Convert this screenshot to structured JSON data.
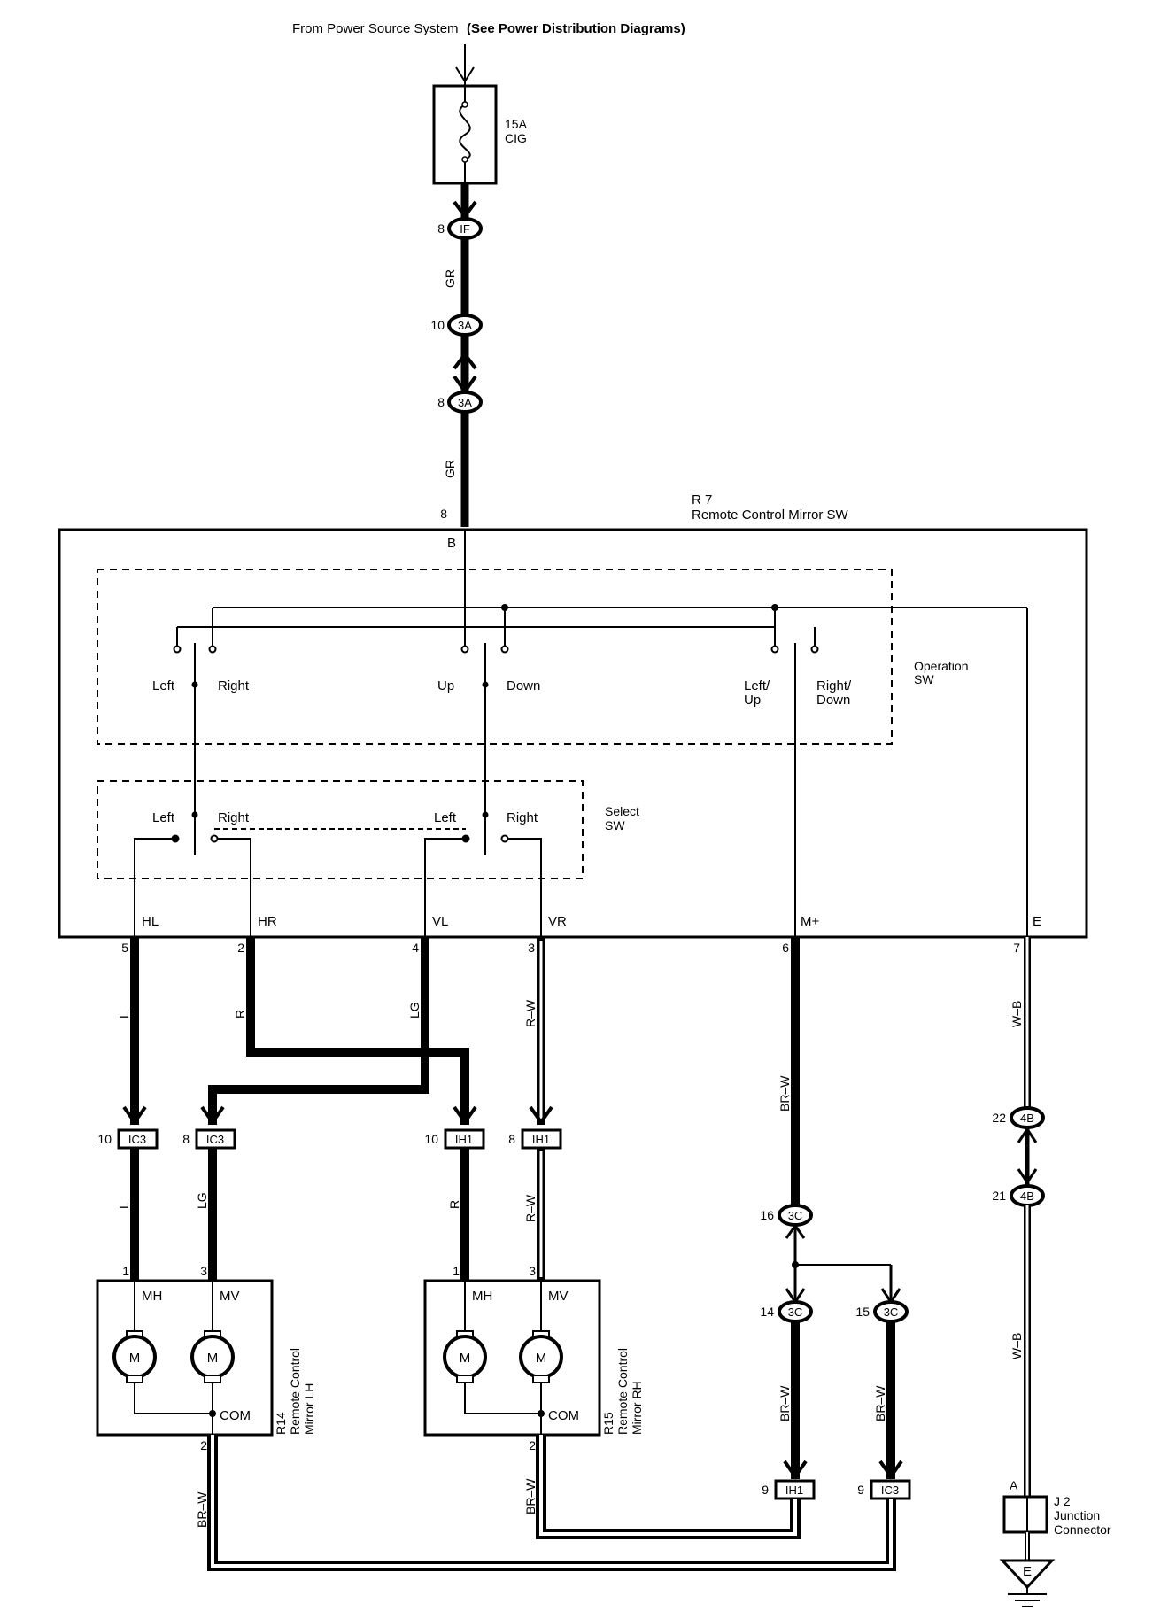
{
  "source_label": "From Power Source System",
  "source_ref": "(See Power Distribution Diagrams)",
  "fuse": {
    "rating": "15A",
    "name": "CIG"
  },
  "wire_colors": {
    "gr": "GR",
    "l": "L",
    "r": "R",
    "lg": "LG",
    "rw": "R–W",
    "brw": "BR–W",
    "wb": "W–B"
  },
  "connectors": {
    "IF": "IF",
    "3A": "3A",
    "IC3": "IC3",
    "IH1": "IH1",
    "3C": "3C",
    "4B": "4B",
    "E": "E"
  },
  "pins": {
    "if_8": "8",
    "a3_10": "10",
    "a3_8": "8",
    "b_8": "8",
    "hl": "5",
    "hr": "2",
    "vl": "4",
    "vr": "3",
    "mplus": "6",
    "e": "7",
    "ic3_10": "10",
    "ic3_8": "8",
    "ih1_10": "10",
    "ih1_8": "8",
    "c3_16": "16",
    "c3_14": "14",
    "c3_15": "15",
    "b4_22": "22",
    "b4_21": "21",
    "ih1_9": "9",
    "ic3_9": "9",
    "lh_1": "1",
    "lh_3": "3",
    "lh_2": "2",
    "rh_1": "1",
    "rh_3": "3",
    "rh_2": "2",
    "j2_a": "A"
  },
  "switch_block": {
    "id": "R 7",
    "name": "Remote Control Mirror SW",
    "b_terminal": "B",
    "terminals": [
      "HL",
      "HR",
      "VL",
      "VR",
      "M+",
      "E"
    ],
    "operation_sw": {
      "title": [
        "Operation",
        "SW"
      ],
      "labels": [
        "Left",
        "Right",
        "Up",
        "Down",
        "Left/",
        "Up",
        "Right/",
        "Down"
      ]
    },
    "select_sw": {
      "title": [
        "Select",
        "SW"
      ],
      "labels": [
        "Left",
        "Right",
        "Left",
        "Right"
      ]
    }
  },
  "mirror_lh": {
    "terminals": [
      "MH",
      "MV",
      "COM"
    ],
    "motor": "M",
    "id": "R14",
    "name": [
      "Remote Control",
      "Mirror LH"
    ]
  },
  "mirror_rh": {
    "terminals": [
      "MH",
      "MV",
      "COM"
    ],
    "motor": "M",
    "id": "R15",
    "name": [
      "Remote Control",
      "Mirror RH"
    ]
  },
  "junction": {
    "id": "J 2",
    "name": [
      "Junction",
      "Connector"
    ]
  }
}
